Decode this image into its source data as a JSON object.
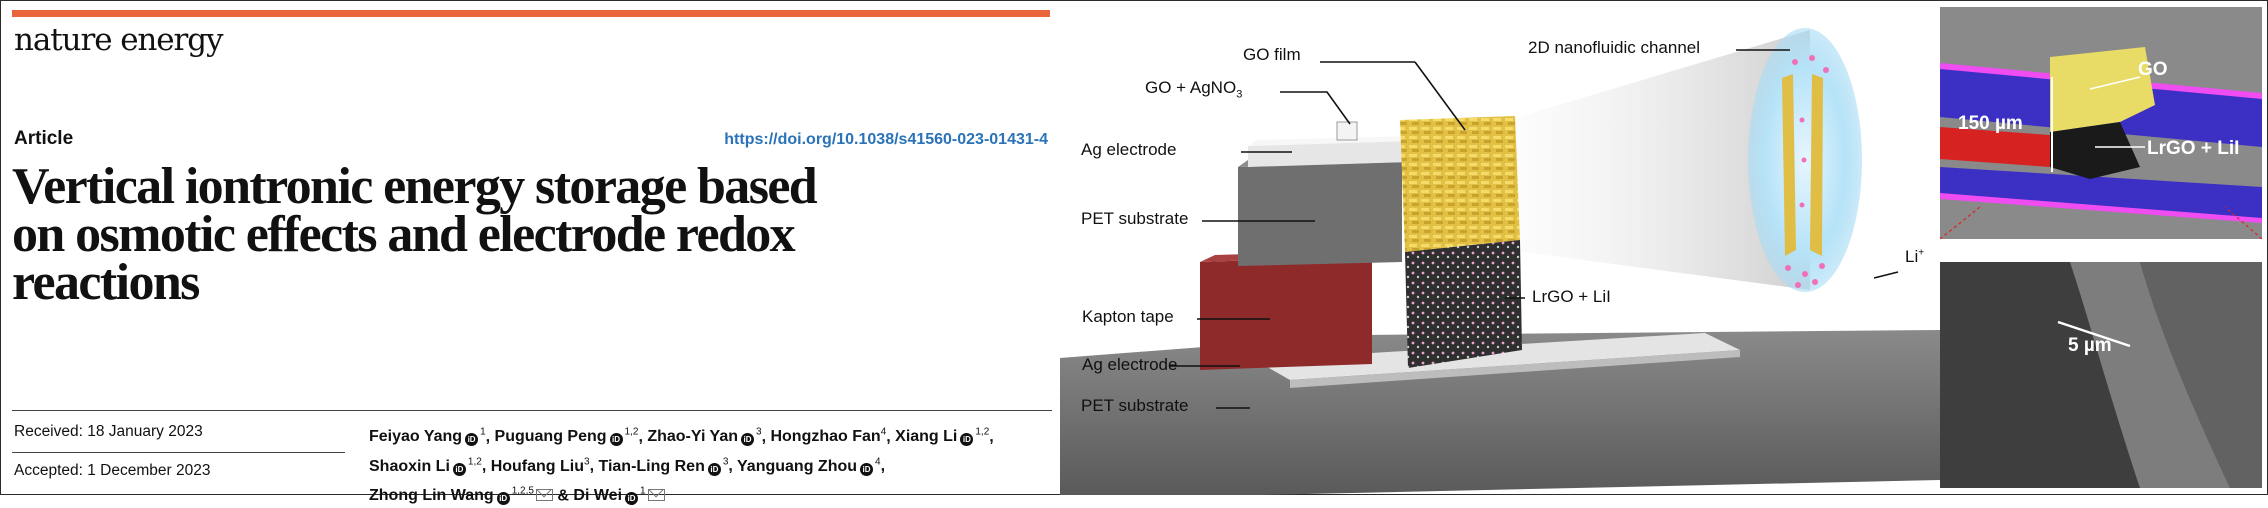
{
  "paper": {
    "journal": "nature energy",
    "article_type": "Article",
    "doi": "https://doi.org/10.1038/s41560-023-01431-4",
    "title_lines": [
      "Vertical iontronic energy storage based",
      "on osmotic effects and electrode redox",
      "reactions"
    ],
    "received": "Received: 18 January 2023",
    "accepted": "Accepted: 1 December 2023",
    "authors": [
      {
        "name": "Feiyao Yang",
        "aff": "1",
        "orcid": true,
        "email": false,
        "sep": ", "
      },
      {
        "name": "Puguang Peng",
        "aff": "1,2",
        "orcid": true,
        "email": false,
        "sep": ", "
      },
      {
        "name": "Zhao-Yi Yan",
        "aff": "3",
        "orcid": true,
        "email": false,
        "sep": ", "
      },
      {
        "name": "Hongzhao Fan",
        "aff": "4",
        "orcid": false,
        "email": false,
        "sep": ", "
      },
      {
        "name": "Xiang Li",
        "aff": "1,2",
        "orcid": true,
        "email": false,
        "sep": ", "
      },
      {
        "name": "Shaoxin Li",
        "aff": "1,2",
        "orcid": true,
        "email": false,
        "sep": ", "
      },
      {
        "name": "Houfang Liu",
        "aff": "3",
        "orcid": false,
        "email": false,
        "sep": ", "
      },
      {
        "name": "Tian-Ling Ren",
        "aff": "3",
        "orcid": true,
        "email": false,
        "sep": ", "
      },
      {
        "name": "Yanguang Zhou",
        "aff": "4",
        "orcid": true,
        "email": false,
        "sep": ", "
      },
      {
        "name": "Zhong Lin Wang",
        "aff": "1,2,5",
        "orcid": true,
        "email": true,
        "sep": " & "
      },
      {
        "name": "Di Wei",
        "aff": "1",
        "orcid": true,
        "email": true,
        "sep": ""
      }
    ],
    "orcid_glyph": "iD",
    "colors": {
      "accent_bar": "#e8663a",
      "doi": "#2a73b8"
    }
  },
  "schematic": {
    "labels": {
      "go_film": "GO film",
      "go_agno3_prefix": "GO + AgNO",
      "go_agno3_sub": "3",
      "ag_electrode_top": "Ag electrode",
      "pet_substrate_top": "PET substrate",
      "kapton_tape": "Kapton tape",
      "ag_electrode_bottom": "Ag electrode",
      "pet_substrate_bottom": "PET substrate",
      "lrgo_lii": "LrGO + LiI",
      "nanochannel": "2D nanofluidic channel",
      "li_ion": "Li",
      "li_ion_charge": "+"
    },
    "colors": {
      "go": "#e8c84a",
      "kapton": "#8f2a2a",
      "pet": "#6e6e6e",
      "lrgo": "#2e2e2e",
      "ion": "#f06fb6",
      "halo": "#a8dcf5"
    }
  },
  "micrographs": {
    "top": {
      "go": "GO",
      "thickness": "150 µm",
      "lrgo": "LrGO + LiI"
    },
    "bottom": {
      "scale": "5 µm"
    }
  }
}
